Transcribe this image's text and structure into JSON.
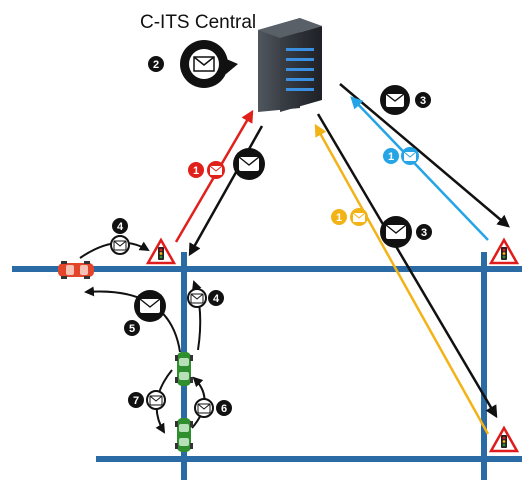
{
  "title": "C-ITS Central",
  "colors": {
    "road": "#2a6aa5",
    "arrow_red": "#e0201a",
    "arrow_blue": "#25a4e6",
    "arrow_yellow": "#f2b317",
    "arrow_black": "#111111",
    "server_body": "#2b2f35",
    "server_led": "#3a8fe0",
    "car_red": "#e3452a",
    "car_green": "#2f8f2f",
    "warning": "#e01b1b"
  },
  "icons": [
    "server-icon",
    "envelope-icon",
    "loop-arrow-icon",
    "warning-triangle-icon",
    "traffic-light-icon",
    "car-icon"
  ],
  "badges": {
    "red_1": "1",
    "blue_1": "1",
    "yellow_1": "1",
    "two": "2",
    "three_top": "3",
    "three_mid": "3",
    "four_left": "4",
    "four_center": "4",
    "five": "5",
    "six": "6",
    "seven": "7"
  }
}
